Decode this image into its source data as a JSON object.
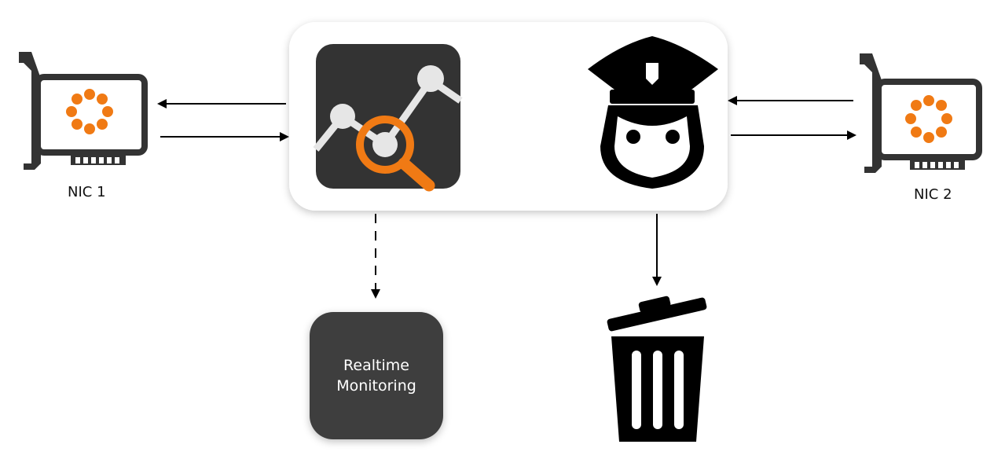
{
  "nic1": {
    "label": "NIC 1"
  },
  "nic2": {
    "label": "NIC 2"
  },
  "monitoring": {
    "line1": "Realtime",
    "line2": "Monitoring"
  },
  "icons": {
    "analytics": "analytics-magnifier-icon",
    "police": "police-officer-icon",
    "trash": "trash-can-icon",
    "nic": "network-card-icon"
  },
  "colors": {
    "accent": "#F07A14",
    "dark": "#333333",
    "box_bg": "#ffffff"
  }
}
